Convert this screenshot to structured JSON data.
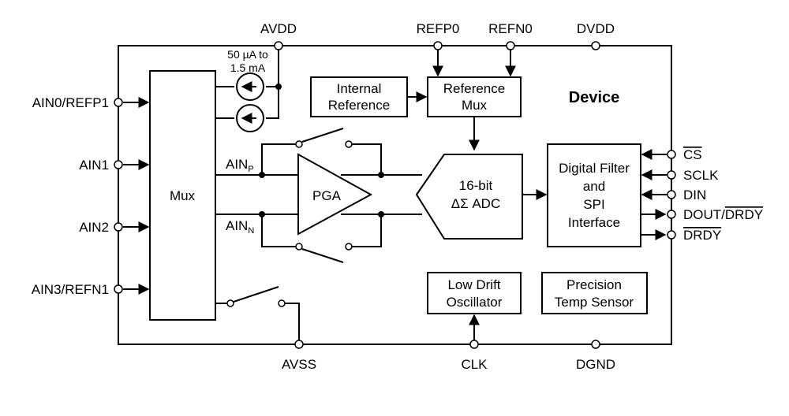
{
  "pins": {
    "avdd": "AVDD",
    "refp0": "REFP0",
    "refn0": "REFN0",
    "dvdd": "DVDD",
    "ain0": "AIN0/REFP1",
    "ain1": "AIN1",
    "ain2": "AIN2",
    "ain3": "AIN3/REFN1",
    "avss": "AVSS",
    "clk": "CLK",
    "dgnd": "DGND",
    "cs": "CS",
    "sclk": "SCLK",
    "din": "DIN",
    "dout": "DOUT/",
    "dout_drdy": "DRDY",
    "drdy": "DRDY"
  },
  "device_label": "Device",
  "current_source": {
    "line1": "50 µA to",
    "line2": "1.5 mA"
  },
  "blocks": {
    "mux": "Mux",
    "internal_ref": {
      "line1": "Internal",
      "line2": "Reference"
    },
    "ref_mux": {
      "line1": "Reference",
      "line2": "Mux"
    },
    "pga": "PGA",
    "adc": {
      "line1": "16-bit",
      "line2": "ΔΣ ADC"
    },
    "digital": {
      "line1": "Digital Filter",
      "line2": "and",
      "line3": "SPI",
      "line4": "Interface"
    },
    "osc": {
      "line1": "Low Drift",
      "line2": "Oscillator"
    },
    "temp": {
      "line1": "Precision",
      "line2": "Temp Sensor"
    }
  },
  "signals": {
    "ain_p": "AIN",
    "ain_p_sub": "P",
    "ain_n": "AIN",
    "ain_n_sub": "N"
  }
}
